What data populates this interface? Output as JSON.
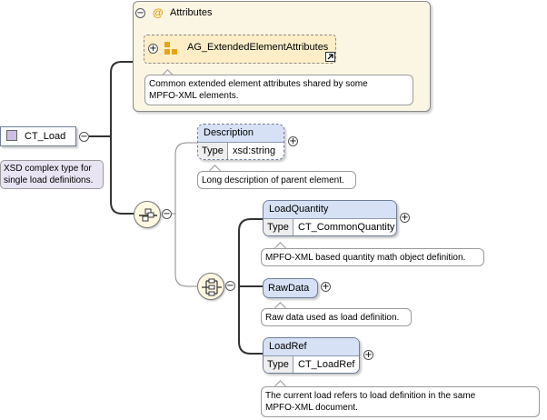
{
  "root": {
    "name": "CT_Load",
    "doc_line1": "XSD complex type for",
    "doc_line2": "single load definitions.",
    "toggle": "−"
  },
  "attributes": {
    "title": "Attributes",
    "at_symbol": "@",
    "toggle": "−",
    "group": {
      "name": "AG_ExtendedElementAttributes",
      "toggle": "+"
    },
    "doc_line1": "Common extended element attributes shared by some",
    "doc_line2": "MPFO-XML elements."
  },
  "description": {
    "name": "Description",
    "type_label": "Type",
    "type_value": "xsd:string",
    "doc": "Long description of parent element.",
    "toggle": "+"
  },
  "load_quantity": {
    "name": "LoadQuantity",
    "type_label": "Type",
    "type_value": "CT_CommonQuantity",
    "doc": "MPFO-XML based quantity math object definition.",
    "toggle": "+"
  },
  "raw_data": {
    "name": "RawData",
    "doc": "Raw data used as load definition.",
    "toggle": "+"
  },
  "load_ref": {
    "name": "LoadRef",
    "type_label": "Type",
    "type_value": "CT_LoadRef",
    "doc_line1": "The current load refers to load definition in the same",
    "doc_line2": "MPFO-XML document.",
    "toggle": "+"
  },
  "sequence_toggle": "−",
  "choice_toggle": "−",
  "colors": {
    "element_header": "#d6e1f5",
    "attribute_panel": "#fbf6e3",
    "attribute_group": "#fdeec8",
    "root_doc": "#e8e4f3"
  }
}
